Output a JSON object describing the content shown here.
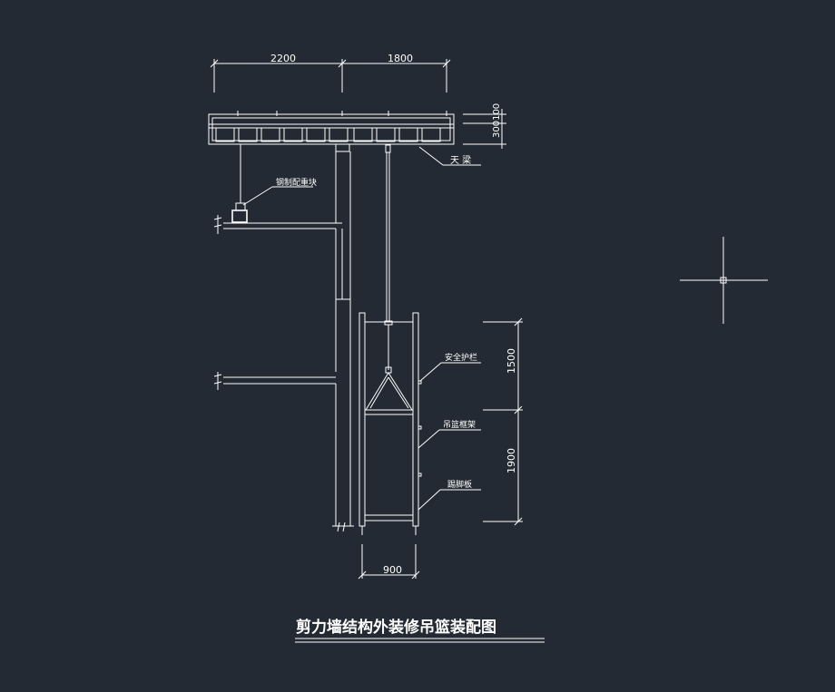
{
  "drawing": {
    "title": "剪力墙结构外装修吊篮装配图",
    "dimensions": {
      "top_left": "2200",
      "top_right": "1800",
      "beam_height": "300100",
      "basket_upper": "1500",
      "basket_lower": "1900",
      "basket_width": "900"
    },
    "labels": {
      "top_beam": "天 梁",
      "counterweight": "钢制配重块",
      "safety_guard": "安全护栏",
      "basket_frame": "吊篮框架",
      "foot_board": "踢脚板"
    }
  },
  "colors": {
    "background": "#232a33",
    "line": "#ffffff"
  },
  "icons": {
    "cursor": "crosshair-cursor-icon"
  }
}
